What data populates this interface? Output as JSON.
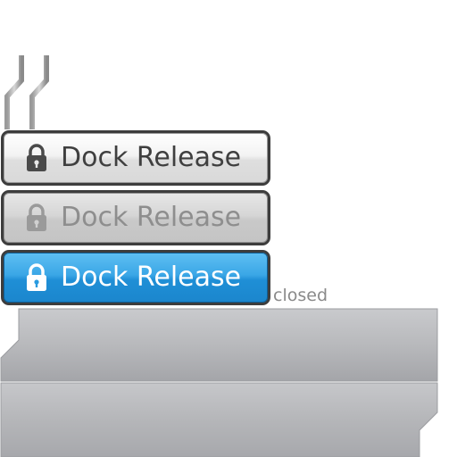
{
  "dock_buttons": [
    {
      "label": "Dock Release",
      "state": "normal",
      "icon": "lock-icon"
    },
    {
      "label": "Dock Release",
      "state": "disabled",
      "icon": "lock-icon"
    },
    {
      "label": "Dock Release",
      "state": "active",
      "icon": "lock-icon"
    }
  ],
  "state_label": "closed",
  "colors": {
    "active_blue": "#2a9be0",
    "button_border": "#3d3d3d",
    "panel_gray": "#b5b6ba",
    "label_gray": "#8a8a8a"
  }
}
